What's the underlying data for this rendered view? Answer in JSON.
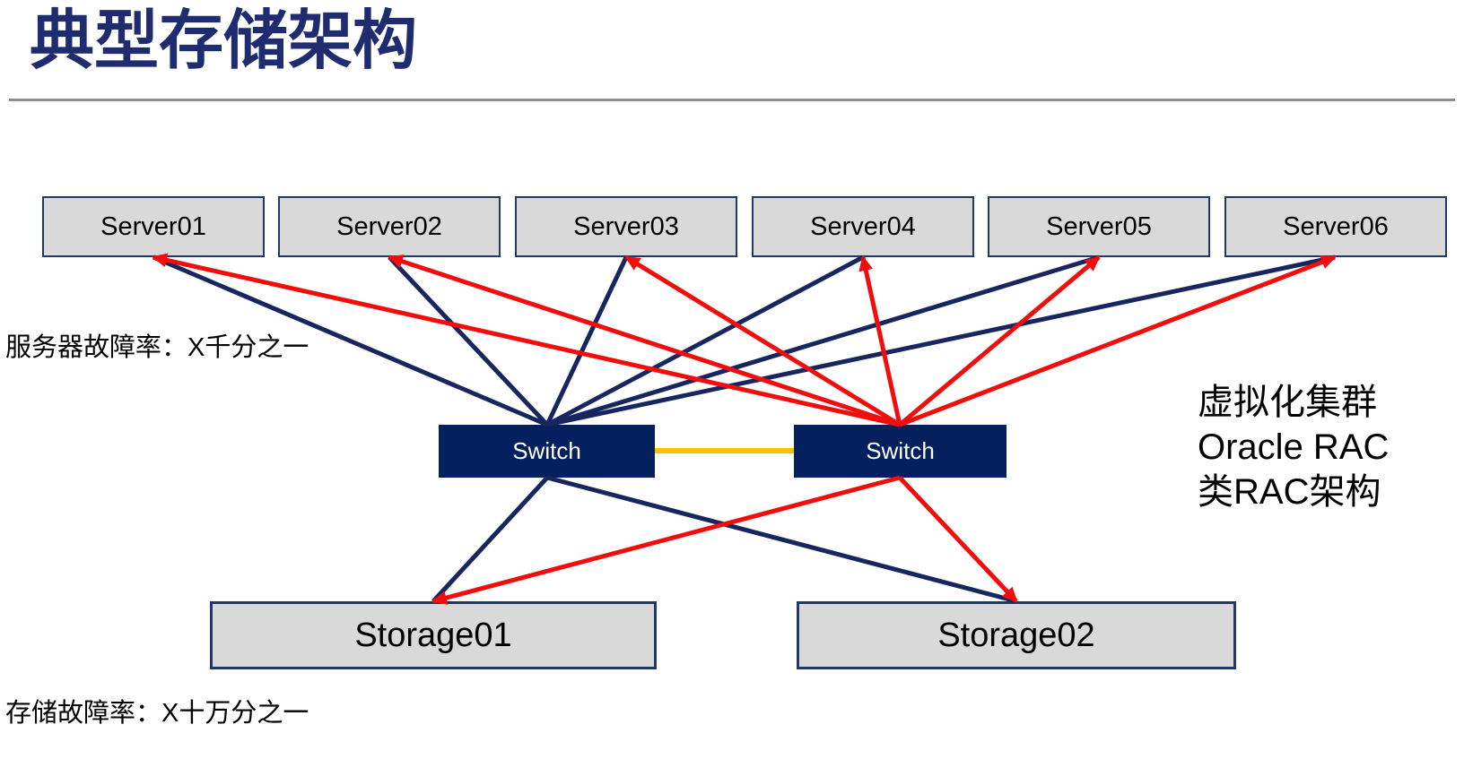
{
  "slide": {
    "title": "典型存储架构",
    "server_failure_note": "服务器故障率：X千分之一",
    "storage_failure_note": "存储故障率：X十万分之一",
    "right_note": [
      "虚拟化集群",
      "Oracle RAC",
      "类RAC架构"
    ]
  },
  "diagram": {
    "servers": [
      "Server01",
      "Server02",
      "Server03",
      "Server04",
      "Server05",
      "Server06"
    ],
    "switches": [
      "Switch",
      "Switch"
    ],
    "storages": [
      "Storage01",
      "Storage02"
    ],
    "edges": [
      {
        "from": "Server01",
        "to": "Switch-left",
        "color": "navy"
      },
      {
        "from": "Server02",
        "to": "Switch-left",
        "color": "navy"
      },
      {
        "from": "Server03",
        "to": "Switch-left",
        "color": "navy"
      },
      {
        "from": "Server04",
        "to": "Switch-left",
        "color": "navy"
      },
      {
        "from": "Server05",
        "to": "Switch-left",
        "color": "navy"
      },
      {
        "from": "Server06",
        "to": "Switch-left",
        "color": "navy"
      },
      {
        "from": "Switch-right",
        "to": "Server01",
        "color": "red",
        "arrow": true
      },
      {
        "from": "Switch-right",
        "to": "Server02",
        "color": "red",
        "arrow": true
      },
      {
        "from": "Switch-right",
        "to": "Server03",
        "color": "red",
        "arrow": true
      },
      {
        "from": "Switch-right",
        "to": "Server04",
        "color": "red",
        "arrow": true
      },
      {
        "from": "Switch-right",
        "to": "Server05",
        "color": "red",
        "arrow": true
      },
      {
        "from": "Switch-right",
        "to": "Server06",
        "color": "red",
        "arrow": true
      },
      {
        "from": "Switch-left",
        "to": "Switch-right",
        "color": "orange"
      },
      {
        "from": "Switch-left",
        "to": "Storage01",
        "color": "navy"
      },
      {
        "from": "Switch-left",
        "to": "Storage02",
        "color": "navy"
      },
      {
        "from": "Switch-right",
        "to": "Storage01",
        "color": "red",
        "arrow": true
      },
      {
        "from": "Switch-right",
        "to": "Storage02",
        "color": "red",
        "arrow": true
      }
    ]
  },
  "colors": {
    "title_navy": "#202C70",
    "navy_line": "#17265F",
    "switch_fill": "#04205F",
    "red_line": "#F20D0D",
    "interlink_orange": "#FFC000",
    "box_fill": "#D9D9D9",
    "box_border": "#1F3864",
    "rule_gray": "#8F8F8F"
  }
}
